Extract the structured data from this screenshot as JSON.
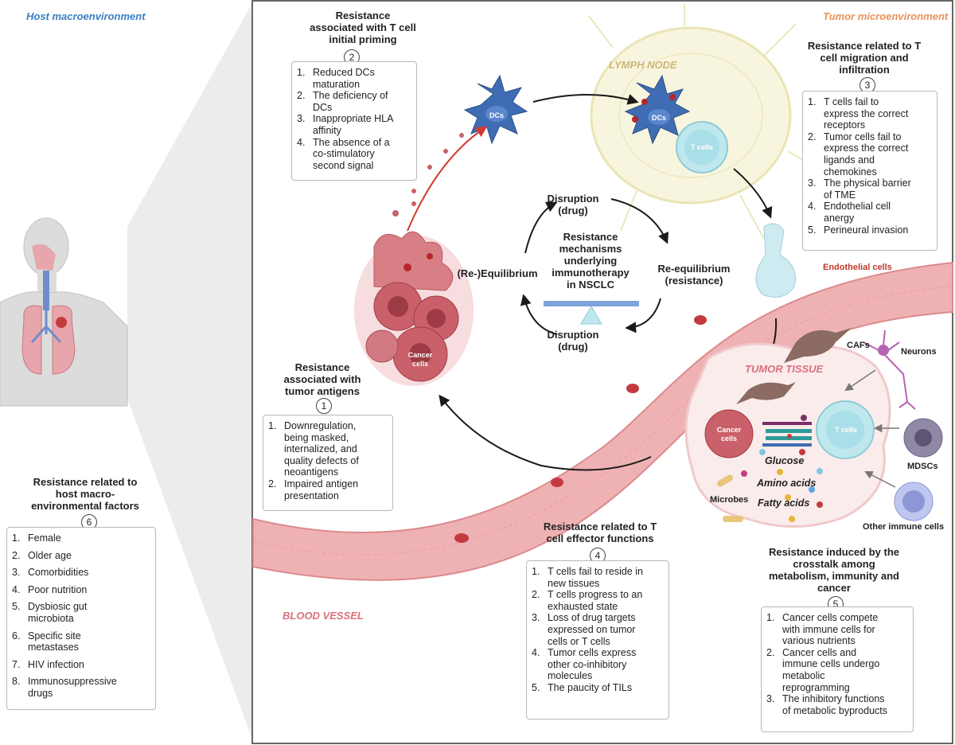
{
  "labels": {
    "host_macro": "Host macroenvironment",
    "tumor_micro": "Tumor microenvironment",
    "lymph_node": "LYMPH NODE",
    "blood_vessel": "BLOOD VESSEL",
    "tumor_tissue": "TUMOR TISSUE",
    "endothelial": "Endothelial cells"
  },
  "cells": {
    "dcs_1": "DCs",
    "dcs_2": "DCs",
    "t_cells_ln": "T cells",
    "t_cells_tumor": "T cells",
    "cancer_cells_main_1": "Cancer",
    "cancer_cells_main_2": "cells",
    "cancer_cells_tumor_1": "Cancer",
    "cancer_cells_tumor_2": "cells",
    "cafs": "CAFs",
    "neurons": "Neurons",
    "mdscs": "MDSCs",
    "microbes": "Microbes",
    "other_immune": "Other immune cells",
    "glucose": "Glucose",
    "amino_acids": "Amino acids",
    "fatty_acids": "Fatty acids"
  },
  "center": {
    "title_lines": [
      "Resistance",
      "mechanisms",
      "underlying",
      "immunotherapy",
      "in NSCLC"
    ],
    "top_lines": [
      "Disruption",
      "(drug)"
    ],
    "bottom_lines": [
      "Disruption",
      "(drug)"
    ],
    "left": "(Re-)Equilibrium",
    "right_lines": [
      "Re-equilibrium",
      "(resistance)"
    ]
  },
  "panels": [
    {
      "num": "1",
      "title_lines": [
        "Resistance",
        "associated with",
        "tumor antigens"
      ],
      "items": [
        {
          "n": "1.",
          "text_lines": [
            "Downregulation,",
            "being masked,",
            "internalized, and",
            "quality defects of",
            "neoantigens"
          ]
        },
        {
          "n": "2.",
          "text_lines": [
            "Impaired antigen",
            "presentation"
          ]
        }
      ]
    },
    {
      "num": "2",
      "title_lines": [
        "Resistance",
        "associated with T cell",
        "initial priming"
      ],
      "items": [
        {
          "n": "1.",
          "text_lines": [
            "Reduced DCs",
            "maturation"
          ]
        },
        {
          "n": "2.",
          "text_lines": [
            "The deficiency of",
            "DCs"
          ]
        },
        {
          "n": "3.",
          "text_lines": [
            "Inappropriate HLA",
            "affinity"
          ]
        },
        {
          "n": "4.",
          "text_lines": [
            "The absence of a",
            "co-stimulatory",
            "second signal"
          ]
        }
      ]
    },
    {
      "num": "3",
      "title_lines": [
        "Resistance related to T",
        "cell migration and",
        "infiltration"
      ],
      "items": [
        {
          "n": "1.",
          "text_lines": [
            "T cells fail to",
            "express the correct",
            "receptors"
          ]
        },
        {
          "n": "2.",
          "text_lines": [
            "Tumor cells fail to",
            "express the correct",
            "ligands and",
            "chemokines"
          ]
        },
        {
          "n": "3.",
          "text_lines": [
            "The physical barrier",
            "of TME"
          ]
        },
        {
          "n": "4.",
          "text_lines": [
            "Endothelial cell",
            "anergy"
          ]
        },
        {
          "n": "5.",
          "text_lines": [
            "Perineural invasion"
          ]
        }
      ]
    },
    {
      "num": "4",
      "title_lines": [
        "Resistance related to T",
        "cell effector functions"
      ],
      "items": [
        {
          "n": "1.",
          "text_lines": [
            "T cells fail to reside in",
            "new tissues"
          ]
        },
        {
          "n": "2.",
          "text_lines": [
            "T cells progress to an",
            "exhausted state"
          ]
        },
        {
          "n": "3.",
          "text_lines": [
            "Loss of drug targets",
            "expressed on tumor",
            "cells or T cells"
          ]
        },
        {
          "n": "4.",
          "text_lines": [
            "Tumor cells express",
            "other co-inhibitory",
            "molecules"
          ]
        },
        {
          "n": "5.",
          "text_lines": [
            "The paucity of TILs"
          ]
        }
      ]
    },
    {
      "num": "5",
      "title_lines": [
        "Resistance induced by the",
        "crosstalk among",
        "metabolism, immunity and",
        "cancer"
      ],
      "items": [
        {
          "n": "1.",
          "text_lines": [
            "Cancer cells compete",
            "with immune cells for",
            "various nutrients"
          ]
        },
        {
          "n": "2.",
          "text_lines": [
            "Cancer cells and",
            "immune cells undergo",
            "metabolic",
            "reprogramming"
          ]
        },
        {
          "n": "3.",
          "text_lines": [
            "The inhibitory functions",
            "of metabolic byproducts"
          ]
        }
      ]
    },
    {
      "num": "6",
      "title_lines": [
        "Resistance related to",
        "host macro-",
        "environmental factors"
      ],
      "items": [
        {
          "n": "1.",
          "text_lines": [
            "Female"
          ]
        },
        {
          "n": "2.",
          "text_lines": [
            "Older age"
          ]
        },
        {
          "n": "3.",
          "text_lines": [
            "Comorbidities"
          ]
        },
        {
          "n": "4.",
          "text_lines": [
            "Poor nutrition"
          ]
        },
        {
          "n": "5.",
          "text_lines": [
            "Dysbiosic gut",
            "microbiota"
          ]
        },
        {
          "n": "6.",
          "text_lines": [
            "Specific site",
            "metastases"
          ]
        },
        {
          "n": "7.",
          "text_lines": [
            "HIV infection"
          ]
        },
        {
          "n": "8.",
          "text_lines": [
            "Immunosuppressive",
            "drugs"
          ]
        }
      ]
    }
  ],
  "colors": {
    "host_label": "#3a7fc1",
    "tumor_micro_label": "#e8935c",
    "lymph_node_label": "#cdb87a",
    "blood_vessel_label": "#d9707a",
    "tumor_tissue_label": "#d9707a",
    "endothelial_label": "#c0392b",
    "vessel": "#e8a1a4",
    "dc": "#3f6db3",
    "tcell": "#bfe7ee",
    "cancer": "#c9606a"
  }
}
